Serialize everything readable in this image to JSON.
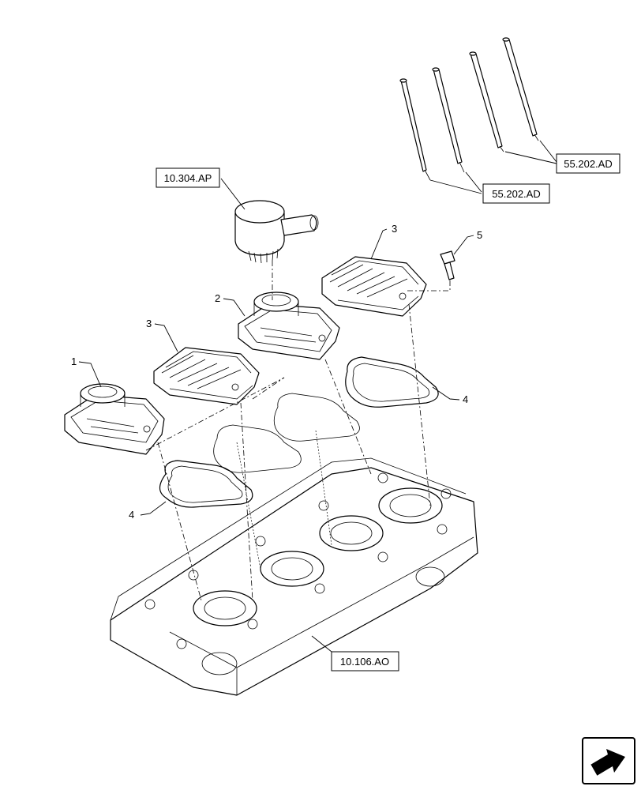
{
  "references": {
    "breather": "10.304.AP",
    "injector_group_upper": "55.202.AD",
    "injector_group_lower": "55.202.AD",
    "cylinder_head": "10.106.AO"
  },
  "callouts": {
    "item_1": "1",
    "item_2": "2",
    "item_3_left": "3",
    "item_3_right": "3",
    "item_4_left": "4",
    "item_4_right": "4",
    "item_5": "5"
  },
  "icons": {
    "nav": "next-page-arrow-icon"
  },
  "colors": {
    "line": "#000000",
    "background": "#ffffff"
  }
}
